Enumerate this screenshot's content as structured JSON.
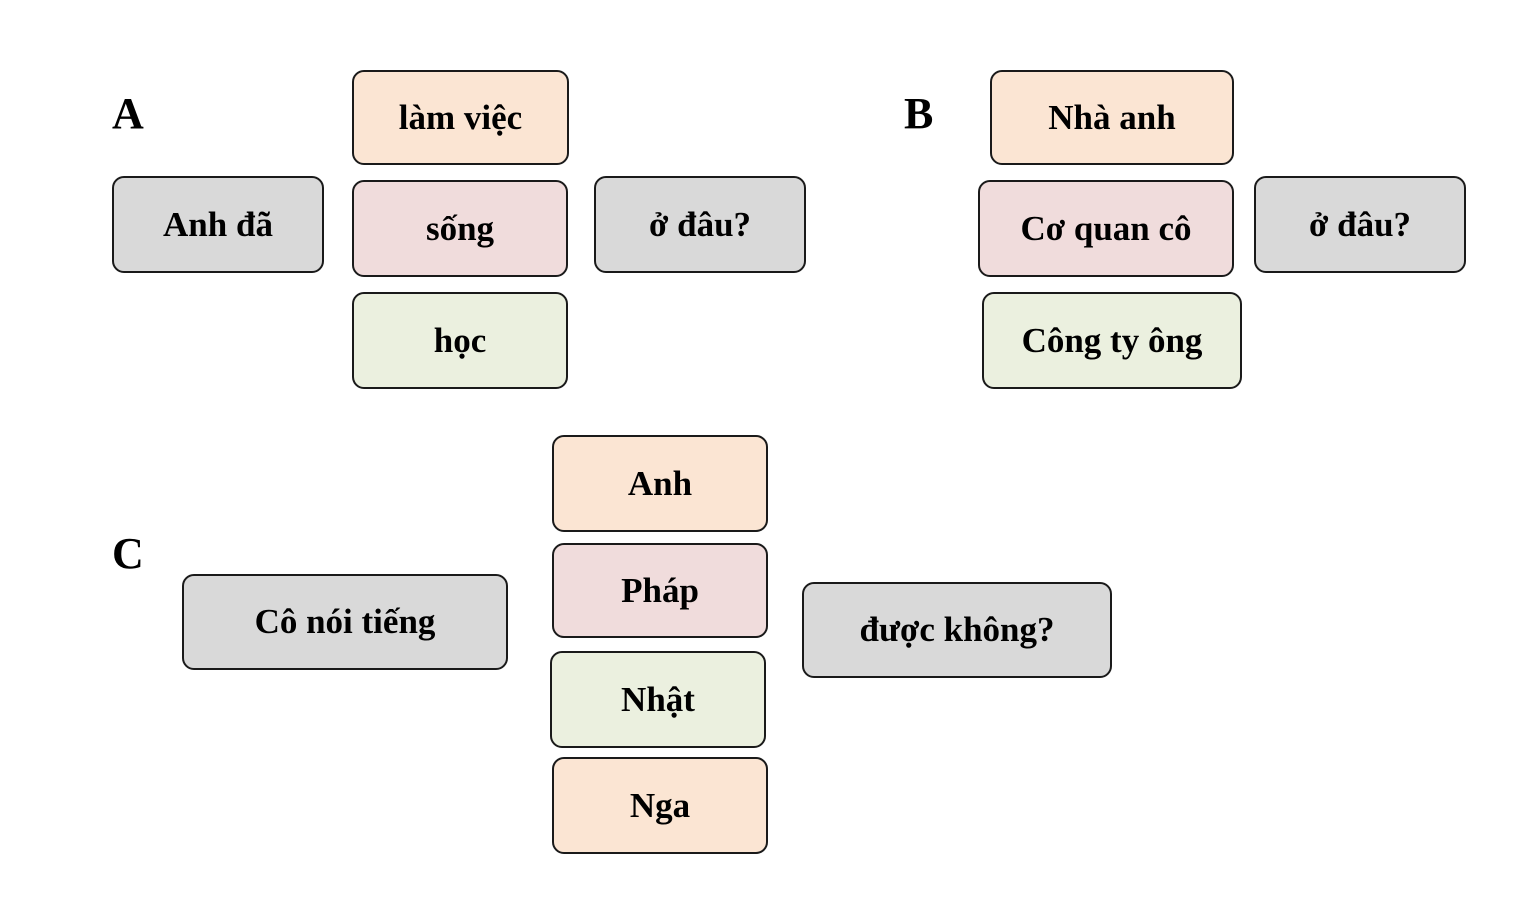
{
  "colors": {
    "orange": "#fbe5d3",
    "pink": "#f0dcdc",
    "green": "#ebf0df",
    "gray": "#d9d9d9",
    "border": "#1a1a1a"
  },
  "sections": {
    "a": {
      "label": "A",
      "left": "Anh đã",
      "options": [
        "làm việc",
        "sống",
        "học"
      ],
      "right": "ở đâu?"
    },
    "b": {
      "label": "B",
      "options": [
        "Nhà anh",
        "Cơ quan cô",
        "Công ty ông"
      ],
      "right": "ở đâu?"
    },
    "c": {
      "label": "C",
      "left": "Cô nói tiếng",
      "options": [
        "Anh",
        "Pháp",
        "Nhật",
        "Nga"
      ],
      "right": "được không?"
    }
  }
}
